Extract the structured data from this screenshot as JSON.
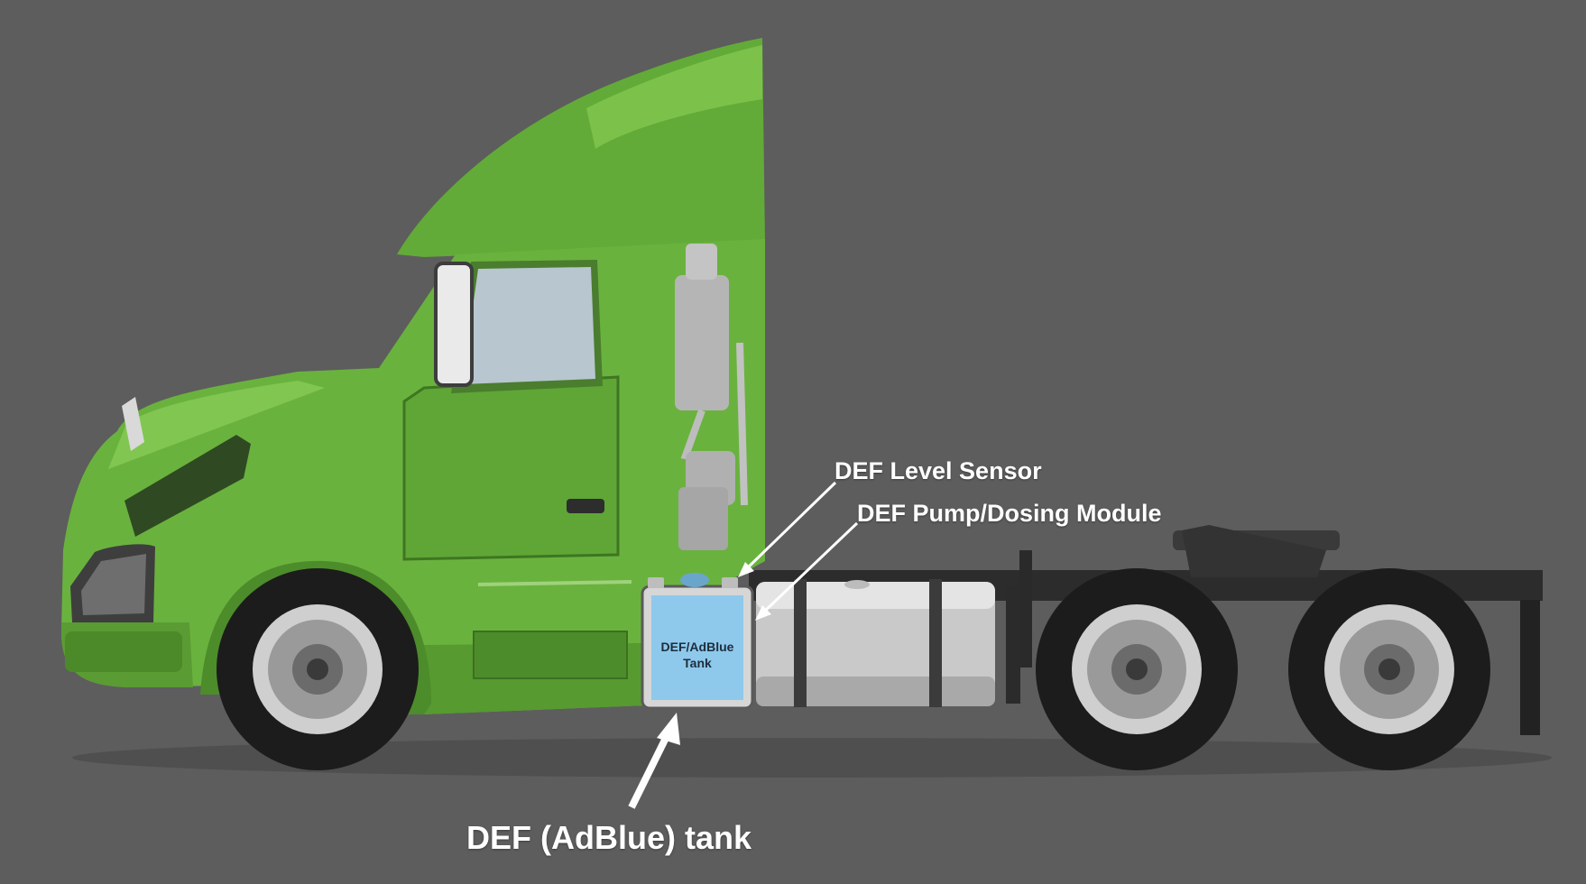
{
  "colors": {
    "background": "#5d5d5d",
    "cab_green": "#6ab23e",
    "cab_green_dark": "#4d8c2a",
    "def_tank_blue": "#8ec9ec",
    "label_text": "#ffffff"
  },
  "labels": {
    "def_level_sensor": "DEF Level Sensor",
    "def_pump_dosing_module": "DEF Pump/Dosing Module",
    "def_adblue_tank": "DEF (AdBlue) tank"
  },
  "tank_label": {
    "line1": "DEF/AdBlue",
    "line2": "Tank"
  },
  "icons": [
    "arrow-icon",
    "truck-illustration"
  ]
}
